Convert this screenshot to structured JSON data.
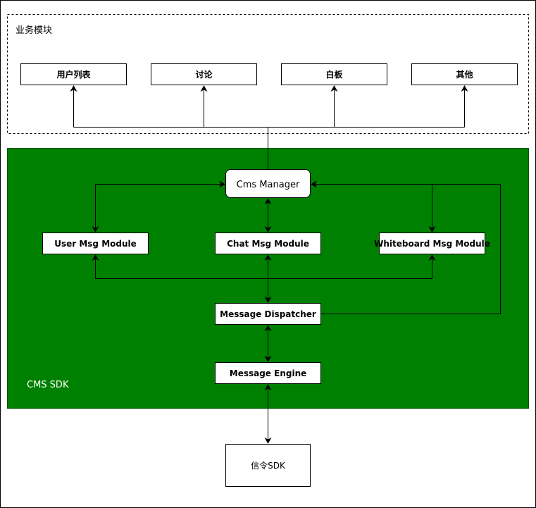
{
  "biz": {
    "title": "业务模块",
    "modules": [
      "用户列表",
      "讨论",
      "白板",
      "其他"
    ]
  },
  "sdk": {
    "title": "CMS SDK",
    "manager": "Cms Manager",
    "modules": [
      "User Msg Module",
      "Chat Msg Module",
      "Whiteboard Msg Module"
    ],
    "dispatcher": "Message Dispatcher",
    "engine": "Message Engine"
  },
  "signal": {
    "label": "信令SDK"
  },
  "colors": {
    "sdk_fill": "#008000",
    "sdk_border": "#005700",
    "stroke": "#000000"
  }
}
